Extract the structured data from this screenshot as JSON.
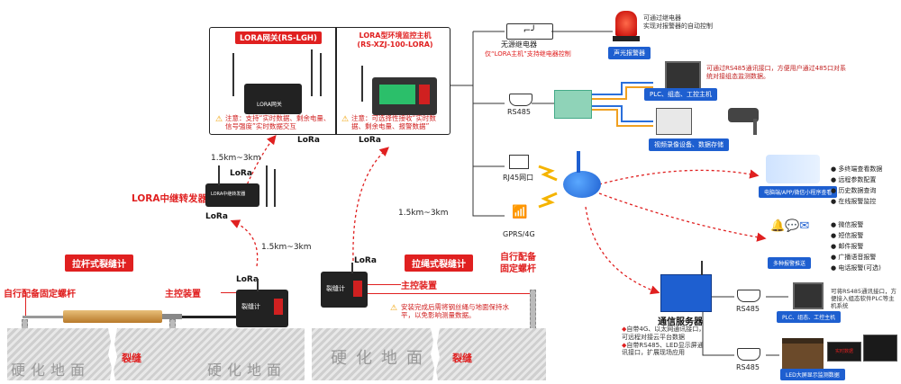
{
  "gateway": {
    "title": "LORA网关(RS-LGH)",
    "warning": "注意：支持“实时数据、剩余电量、信号强度”实时数据交互",
    "device_label": "LORA网关"
  },
  "host": {
    "title_line1": "LORA型环境监控主机",
    "title_line2": "(RS-XZJ-100-LORA)",
    "warning": "注意：可选择性接收“实时数据、剩余电量、报警数据”"
  },
  "relay": {
    "label": "LORA中继转发器",
    "device_text": "LORA中继转发器"
  },
  "lora_tag": "LoRa",
  "distances": {
    "d1": "1.5km~3km",
    "d2": "1.5km~3km",
    "d3": "1.5km~3km"
  },
  "left_meter": {
    "banner": "拉杆式裂缝计",
    "screw_label": "自行配备固定螺杆",
    "controller_label": "主控装置",
    "device_text": "裂缝计",
    "ground_text": "硬化地面",
    "crack_label": "裂缝"
  },
  "right_meter": {
    "banner": "拉绳式裂缝计",
    "screw_label_line1": "自行配备",
    "screw_label_line2": "固定螺杆",
    "controller_label": "主控装置",
    "device_text": "裂缝计",
    "ground_text": "硬化地面",
    "crack_label": "裂缝",
    "warning": "安装完成后需将钢丝绳与地面保持水平，以免影响测量数据。"
  },
  "right_side": {
    "wireless_relay_label": "无源继电器",
    "relay_note": "仅“LORA主机”支持继电器控制",
    "alarm_note_line1": "可通过继电器",
    "alarm_note_line2": "实现对报警器的自动控制",
    "alarm_tag": "声光报警器",
    "rs485_label": "RS485",
    "plc_tag": "PLC、组态、工控主机",
    "plc_note_line1": "可通过RS485通讯接口，方便用户通过485口对系",
    "plc_note_line2": "统对接组态监测数据。",
    "recorder_tag": "视频录像设备、数据存储",
    "rj45_label": "RJ45网口",
    "gprs_label": "GPRS/4G",
    "cloud_pc_tag": "电脑端/APP/微信小程序查看",
    "cloud_features": [
      "多终端查看数据",
      "远程参数配置",
      "历史数据查询",
      "在线报警监控"
    ],
    "alarm_push_tag": "多种报警推送",
    "alarm_features": [
      "微信报警",
      "短信报警",
      "邮件报警",
      "广播语音报警",
      "电话报警(可选)"
    ],
    "server_label": "通信服务器",
    "server_notes": [
      "自带4G、以太网通讯接口，可远程对接云平台数据",
      "自带RS485、LED显示屏通讯接口，扩展现场应用"
    ],
    "server_rs485_a": "RS485",
    "server_rs485_b": "RS485",
    "plc2_tag": "PLC、组态、工控主机",
    "plc2_note": "可将RS485通讯接口，方便接入组态软件PLC等主机系统",
    "led_tag": "LED大屏显示监测数据",
    "led_screen_text": "实时数据"
  }
}
